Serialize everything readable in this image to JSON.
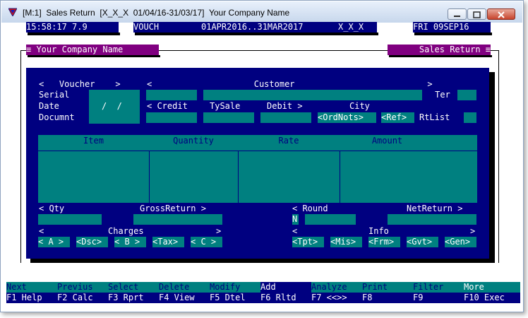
{
  "window": {
    "title": "[M:1]  Sales Return  [X_X_X  01/04/16-31/03/17]  Your Company Name"
  },
  "status": {
    "time": "15:58:17 7.9",
    "vouch": "VOUCH",
    "period": "01APR2016..31MAR2017",
    "code": "X_X_X",
    "date": "FRI 09SEP16"
  },
  "panels": {
    "company": "≡ Your Company Name",
    "module": "Sales Return ≡"
  },
  "form": {
    "voucher_header": "<   Voucher    >",
    "customer_header": "<                    Customer                          >",
    "serial_label": "Serial",
    "date_label": "Date",
    "document_label": "Documnt",
    "date_value": "/  /",
    "ter_label": "Ter",
    "credit_label": "< Credit",
    "tysale_label": "TySale",
    "debit_label": "Debit >",
    "city_label": "City",
    "ordnots_button": "<OrdNots>",
    "ref_button": "<Ref>",
    "rtlist_label": "RtList"
  },
  "table": {
    "columns": [
      "Item",
      "Quantity",
      "Rate",
      "Amount"
    ]
  },
  "totals": {
    "qty_label": "< Qty",
    "gross_label": "GrossReturn >",
    "n_value": "N",
    "round_label": "< Round",
    "net_label": "NetReturn >",
    "charges_left": "<",
    "charges_label": "Charges",
    "charges_right": ">",
    "info_left": "<",
    "info_label": "Info",
    "info_right": ">"
  },
  "charge_buttons": [
    "< A >",
    "<Dsc>",
    "< B >",
    "<Tax>",
    "< C >"
  ],
  "info_buttons": [
    "<Tpt>",
    "<Mis>",
    "<Frm>",
    "<Gvt>",
    "<Gen>"
  ],
  "fkeys": [
    {
      "action": "Next",
      "key": "F1 Help"
    },
    {
      "action": "Previus",
      "key": "F2 Calc"
    },
    {
      "action": "Select",
      "key": "F3 Rprt"
    },
    {
      "action": "Delete",
      "key": "F4 View"
    },
    {
      "action": "Modify",
      "key": "F5 Dtel"
    },
    {
      "action": "Add",
      "key": "F6 Rltd"
    },
    {
      "action": "Analyze",
      "key": "F7 <<>>"
    },
    {
      "action": "Print",
      "key": "F8"
    },
    {
      "action": "Filter",
      "key": "F9"
    },
    {
      "action": "More",
      "key": "F10 Exec"
    }
  ],
  "colors": {
    "navy": "#000080",
    "teal": "#008080",
    "purple": "#800080"
  }
}
